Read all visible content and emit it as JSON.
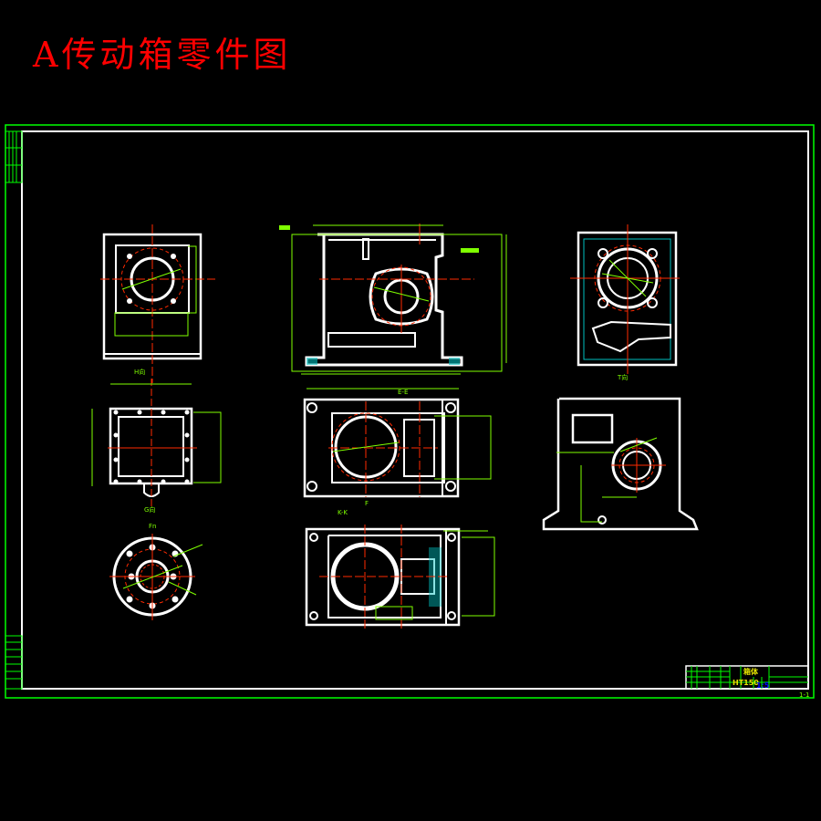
{
  "title": "A传动箱零件图",
  "colors": {
    "background": "#000000",
    "title": "#ff0000",
    "outline": "#ffffff",
    "frame": "#00ff00",
    "dimension": "#7fff00",
    "centerline": "#ff2a00",
    "hatch": "#00c0c0",
    "material_text": "#e6e600",
    "scale_text": "#0000ff"
  },
  "drawing": {
    "views": [
      {
        "id": "top-left-view",
        "label": "H向"
      },
      {
        "id": "main-section-view",
        "label": "E-E"
      },
      {
        "id": "right-view",
        "label": "T向"
      },
      {
        "id": "flange-view-left",
        "label": "G向"
      },
      {
        "id": "plan-view",
        "label": "F"
      },
      {
        "id": "side-elevation-view",
        "label": ""
      },
      {
        "id": "round-flange-view",
        "label": "Fn"
      },
      {
        "id": "section-kk-view",
        "label": "K-K"
      }
    ]
  },
  "title_block": {
    "part_name": "箱体",
    "material": "HT150",
    "scale": "1:5",
    "sheet_mark": "1-1"
  }
}
